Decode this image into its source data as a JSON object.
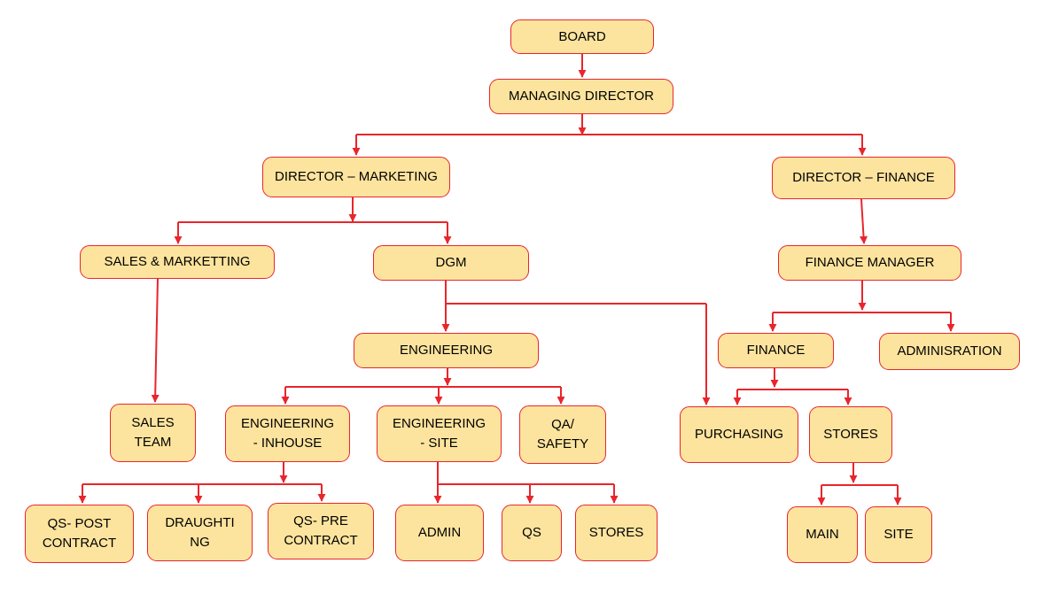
{
  "diagram": {
    "nodes": {
      "board": "BOARD",
      "managing_director": "MANAGING DIRECTOR",
      "director_marketing": "DIRECTOR – MARKETING",
      "director_finance": "DIRECTOR – FINANCE",
      "sales_marketting": "SALES & MARKETTING",
      "dgm": "DGM",
      "finance_manager": "FINANCE MANAGER",
      "engineering": "ENGINEERING",
      "finance": "FINANCE",
      "administration": "ADMINISRATION",
      "sales_team": "SALES\nTEAM",
      "engineering_inhouse": "ENGINEERING\n- INHOUSE",
      "engineering_site": "ENGINEERING\n- SITE",
      "qa_safety": "QA/\nSAFETY",
      "purchasing": "PURCHASING",
      "stores_finance": "STORES",
      "qs_post_contract": "QS- POST\nCONTRACT",
      "draughting": "DRAUGHTI\nNG",
      "qs_pre_contract": "QS- PRE\nCONTRACT",
      "admin": "ADMIN",
      "qs": "QS",
      "stores_site": "STORES",
      "main": "MAIN",
      "site": "SITE"
    },
    "colors": {
      "box_fill": "#fde49e",
      "box_border": "#e8262c",
      "connector": "#e8262c",
      "text": "#000000"
    }
  }
}
